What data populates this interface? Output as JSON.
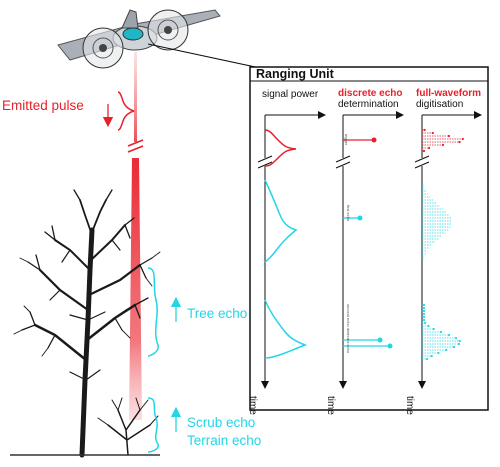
{
  "labels": {
    "emitted_pulse": "Emitted pulse",
    "tree_echo": "Tree echo",
    "scrub_echo": "Scrub echo",
    "terrain_echo": "Terrain echo"
  },
  "ranging_unit": {
    "title": "Ranging Unit",
    "columns": [
      {
        "line1": "",
        "line2": "signal power"
      },
      {
        "line1": "discrete echo",
        "line2": "determination"
      },
      {
        "line1": "full-waveform",
        "line2": "digitisation"
      }
    ],
    "axis_label": "time",
    "small_labels": {
      "trigger": "trigger",
      "first_echo": "first echo",
      "second_echo": "second echo",
      "detected_echo": "detected echo"
    }
  },
  "colors": {
    "pulse": "#e8202a",
    "echo": "#22d6e6",
    "ink": "#111111"
  }
}
